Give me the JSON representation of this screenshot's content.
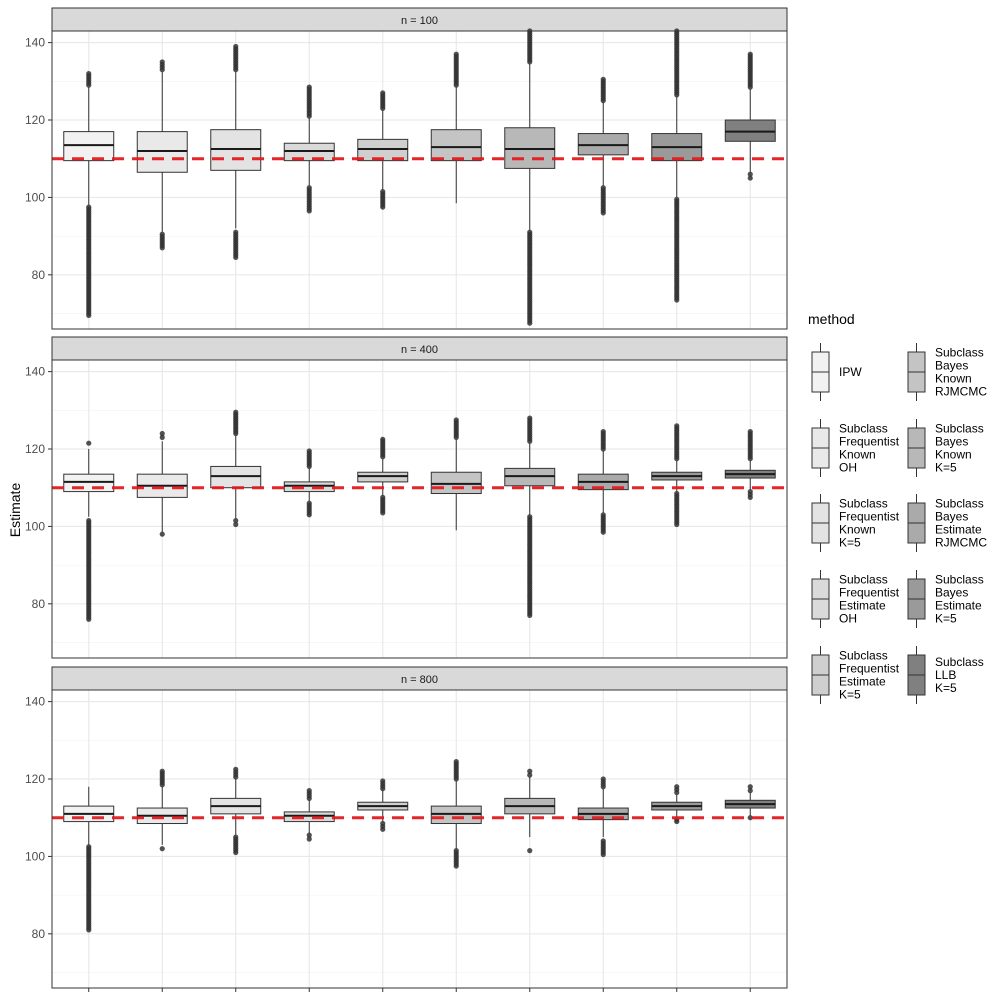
{
  "chart_data": {
    "type": "boxplot",
    "ylabel": "Estimate",
    "xlabel": "",
    "ylim": [
      66,
      143
    ],
    "yticks": [
      80,
      100,
      120,
      140
    ],
    "reference_line": {
      "value": 110,
      "color": "#e31a1c",
      "style": "dashed"
    },
    "legend": {
      "title": "method",
      "placement": "right"
    },
    "methods": [
      {
        "label": [
          "IPW"
        ],
        "fill": "#f2f2f2"
      },
      {
        "label": [
          "Subclass",
          "Frequentist",
          "Known",
          "OH"
        ],
        "fill": "#e9e9e9"
      },
      {
        "label": [
          "Subclass",
          "Frequentist",
          "Known",
          "K=5"
        ],
        "fill": "#e3e3e3"
      },
      {
        "label": [
          "Subclass",
          "Frequentist",
          "Estimate",
          "OH"
        ],
        "fill": "#dadada"
      },
      {
        "label": [
          "Subclass",
          "Frequentist",
          "Estimate",
          "K=5"
        ],
        "fill": "#cfcfcf"
      },
      {
        "label": [
          "Subclass",
          "Bayes",
          "Known",
          "RJMCMC"
        ],
        "fill": "#c4c4c4"
      },
      {
        "label": [
          "Subclass",
          "Bayes",
          "Known",
          "K=5"
        ],
        "fill": "#b8b8b8"
      },
      {
        "label": [
          "Subclass",
          "Bayes",
          "Estimate",
          "RJMCMC"
        ],
        "fill": "#aaaaaa"
      },
      {
        "label": [
          "Subclass",
          "Bayes",
          "Estimate",
          "K=5"
        ],
        "fill": "#9a9a9a"
      },
      {
        "label": [
          "Subclass",
          "LLB",
          "K=5"
        ],
        "fill": "#808080"
      }
    ],
    "panels": [
      {
        "label": "n = 100",
        "boxes": [
          {
            "q1": 109.5,
            "median": 113.5,
            "q3": 117,
            "lower": 98,
            "upper": 128.5,
            "outliers_low": [
              69.5,
              97.5
            ],
            "outliers_high": [
              129,
              132
            ]
          },
          {
            "q1": 106.5,
            "median": 112,
            "q3": 117,
            "lower": 91,
            "upper": 132.5,
            "outliers_low": [
              87,
              90.5
            ],
            "outliers_high": [
              133,
              135
            ]
          },
          {
            "q1": 107,
            "median": 112.5,
            "q3": 117.5,
            "lower": 92,
            "upper": 132.5,
            "outliers_low": [
              84.5,
              91
            ],
            "outliers_high": [
              133,
              139
            ]
          },
          {
            "q1": 109.5,
            "median": 112,
            "q3": 114,
            "lower": 103,
            "upper": 120.5,
            "outliers_low": [
              96.5,
              102.5
            ],
            "outliers_high": [
              121,
              128.5
            ]
          },
          {
            "q1": 109.5,
            "median": 112.5,
            "q3": 115,
            "lower": 102,
            "upper": 122.5,
            "outliers_low": [
              97.5,
              101.5
            ],
            "outliers_high": [
              123,
              127
            ]
          },
          {
            "q1": 109.5,
            "median": 113,
            "q3": 117.5,
            "lower": 98.5,
            "upper": 128.5,
            "outliers_low": [],
            "outliers_high": [
              129,
              137
            ]
          },
          {
            "q1": 107.5,
            "median": 112.5,
            "q3": 118,
            "lower": 91.5,
            "upper": 134.5,
            "outliers_low": [
              67.5,
              91
            ],
            "outliers_high": [
              135,
              143
            ]
          },
          {
            "q1": 111,
            "median": 113.5,
            "q3": 116.5,
            "lower": 103,
            "upper": 124.5,
            "outliers_low": [
              96,
              102.5
            ],
            "outliers_high": [
              125,
              130.5
            ]
          },
          {
            "q1": 109.5,
            "median": 113,
            "q3": 116.5,
            "lower": 100,
            "upper": 126,
            "outliers_low": [
              73.5,
              99.5
            ],
            "outliers_high": [
              126.5,
              143
            ]
          },
          {
            "q1": 114.5,
            "median": 117,
            "q3": 120,
            "lower": 106.5,
            "upper": 128,
            "outliers_low": [
              105,
              106
            ],
            "outliers_high": [
              128.5,
              137
            ]
          }
        ]
      },
      {
        "label": "n = 400",
        "boxes": [
          {
            "q1": 109,
            "median": 111.5,
            "q3": 113.5,
            "lower": 102.5,
            "upper": 120,
            "outliers_low": [
              76,
              101.5
            ],
            "outliers_high": [
              121.5
            ]
          },
          {
            "q1": 107.5,
            "median": 110.5,
            "q3": 113.5,
            "lower": 98.5,
            "upper": 122,
            "outliers_low": [
              98
            ],
            "outliers_high": [
              123,
              124
            ]
          },
          {
            "q1": 110,
            "median": 113,
            "q3": 115.5,
            "lower": 102,
            "upper": 123.5,
            "outliers_low": [
              100.5,
              101.5
            ],
            "outliers_high": [
              124,
              129.5
            ]
          },
          {
            "q1": 109,
            "median": 110.5,
            "q3": 111.5,
            "lower": 106.5,
            "upper": 115,
            "outliers_low": [
              103,
              106
            ],
            "outliers_high": [
              115.5,
              119.5
            ]
          },
          {
            "q1": 111.5,
            "median": 113,
            "q3": 114,
            "lower": 108,
            "upper": 117.5,
            "outliers_low": [
              103.5,
              107.5
            ],
            "outliers_high": [
              118,
              122.5
            ]
          },
          {
            "q1": 108.5,
            "median": 111,
            "q3": 114,
            "lower": 99,
            "upper": 122.5,
            "outliers_low": [],
            "outliers_high": [
              123,
              127.5
            ]
          },
          {
            "q1": 110.5,
            "median": 113,
            "q3": 115,
            "lower": 103,
            "upper": 121.5,
            "outliers_low": [
              77,
              82,
              102.5
            ],
            "outliers_high": [
              122,
              128
            ]
          },
          {
            "q1": 109.5,
            "median": 111.5,
            "q3": 113.5,
            "lower": 103.5,
            "upper": 119.5,
            "outliers_low": [
              98.5,
              103
            ],
            "outliers_high": [
              120,
              124.5
            ]
          },
          {
            "q1": 112,
            "median": 113,
            "q3": 114,
            "lower": 109,
            "upper": 117,
            "outliers_low": [
              100.5,
              108.5
            ],
            "outliers_high": [
              117.5,
              126
            ]
          },
          {
            "q1": 112.5,
            "median": 113.5,
            "q3": 114.5,
            "lower": 109.5,
            "upper": 117,
            "outliers_low": [
              107.5,
              109
            ],
            "outliers_high": [
              117.5,
              124.5
            ]
          }
        ]
      },
      {
        "label": "n = 800",
        "boxes": [
          {
            "q1": 109,
            "median": 111,
            "q3": 113,
            "lower": 103,
            "upper": 118,
            "outliers_low": [
              81,
              102.5
            ],
            "outliers_high": []
          },
          {
            "q1": 108.5,
            "median": 110.5,
            "q3": 112.5,
            "lower": 103,
            "upper": 118,
            "outliers_low": [
              102
            ],
            "outliers_high": [
              118.5,
              122
            ]
          },
          {
            "q1": 111,
            "median": 113,
            "q3": 115,
            "lower": 105.5,
            "upper": 120,
            "outliers_low": [
              101,
              105
            ],
            "outliers_high": [
              120.5,
              122.5
            ]
          },
          {
            "q1": 109,
            "median": 110.5,
            "q3": 111.5,
            "lower": 106,
            "upper": 114.5,
            "outliers_low": [
              104.5,
              105.5
            ],
            "outliers_high": [
              115,
              117
            ]
          },
          {
            "q1": 112,
            "median": 113,
            "q3": 114,
            "lower": 109,
            "upper": 117,
            "outliers_low": [
              107,
              108.5
            ],
            "outliers_high": [
              117.5,
              119.5
            ]
          },
          {
            "q1": 108.5,
            "median": 111,
            "q3": 113,
            "lower": 102,
            "upper": 119.5,
            "outliers_low": [
              97.5,
              101.5
            ],
            "outliers_high": [
              120,
              124.5
            ]
          },
          {
            "q1": 111,
            "median": 113,
            "q3": 115,
            "lower": 105,
            "upper": 120.5,
            "outliers_low": [
              101.5
            ],
            "outliers_high": [
              121,
              122
            ]
          },
          {
            "q1": 109.5,
            "median": 111,
            "q3": 112.5,
            "lower": 105,
            "upper": 117.5,
            "outliers_low": [
              100.5,
              104
            ],
            "outliers_high": [
              118,
              120
            ]
          },
          {
            "q1": 112,
            "median": 113,
            "q3": 114,
            "lower": 110,
            "upper": 116,
            "outliers_low": [
              109,
              109.5
            ],
            "outliers_high": [
              116.5,
              118
            ]
          },
          {
            "q1": 112.5,
            "median": 113.5,
            "q3": 114.5,
            "lower": 110.5,
            "upper": 116.5,
            "outliers_low": [
              110
            ],
            "outliers_high": [
              117,
              118
            ]
          }
        ]
      }
    ]
  }
}
